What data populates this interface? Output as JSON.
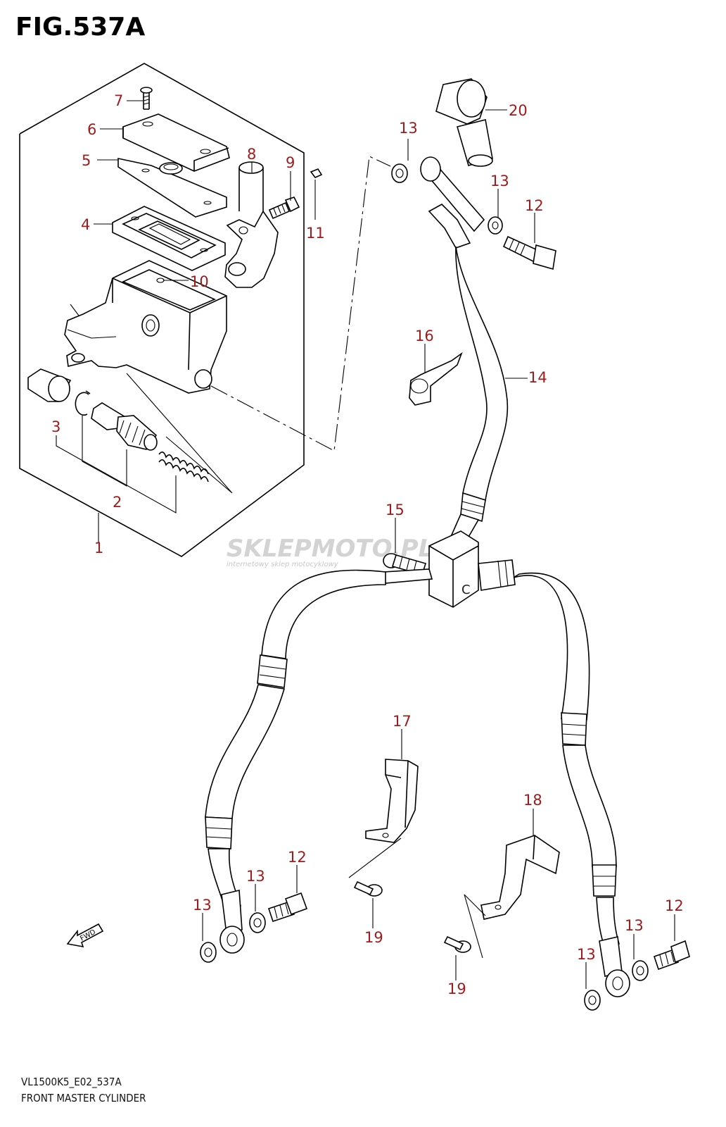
{
  "figure": {
    "title": "FIG.537A",
    "code": "VL1500K5_E02_537A",
    "caption": "FRONT MASTER CYLINDER"
  },
  "watermark": {
    "brand": "SKLEPMOTO.PL",
    "tagline": "internetowy sklep motocyklowy"
  },
  "arrow_label": "FWD",
  "junction_mark": "C",
  "label_color": "#a01c1c",
  "callouts": [
    "1",
    "2",
    "3",
    "4",
    "5",
    "6",
    "7",
    "8",
    "9",
    "10",
    "11",
    "12",
    "12",
    "12",
    "13",
    "13",
    "13",
    "13",
    "13",
    "13",
    "14",
    "15",
    "16",
    "17",
    "18",
    "19",
    "19",
    "20"
  ]
}
